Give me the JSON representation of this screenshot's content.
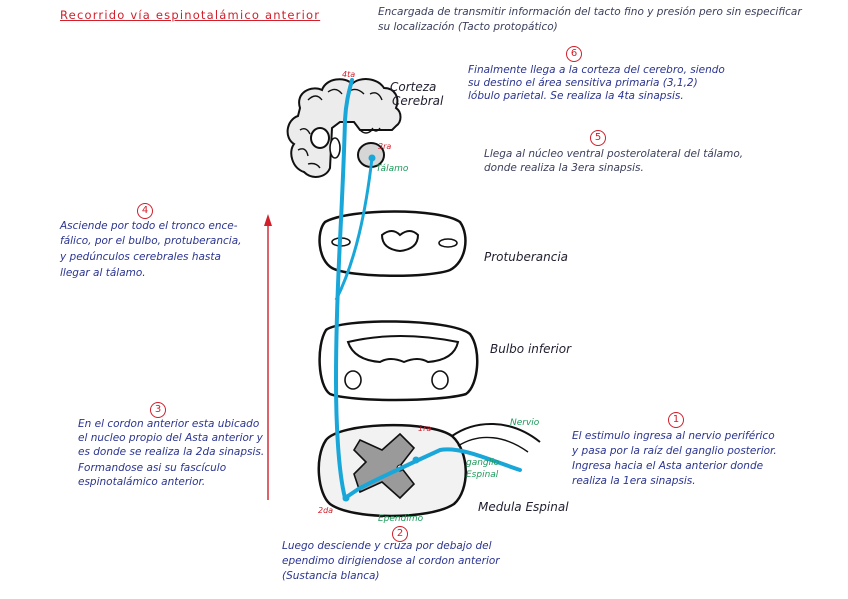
{
  "title": "Recorrido vía espinotalámico anterior",
  "header_note": [
    "Encargada de transmitir información del tacto fino y presión pero sin especificar",
    "su localización (Tacto protopático)"
  ],
  "structures": {
    "corteza": [
      "Corteza",
      "Cerebral"
    ],
    "protuberancia": "Protuberancia",
    "bulbo": "Bulbo inferior",
    "medula": "Medula Espinal"
  },
  "small_labels": {
    "cuarta": "4ta",
    "tercera": "3ra",
    "talamo": "Tálamo",
    "nervio": "Nervio",
    "ganglio": [
      "ganglio",
      "Espinal"
    ],
    "primera": "1ra",
    "segunda": "2da",
    "ependimo": "Ependimo"
  },
  "steps": [
    {
      "num": "1",
      "text": [
        "El estimulo ingresa al nervio periférico",
        "y pasa por la raíz del ganglio posterior.",
        "Ingresa hacia el Asta anterior donde",
        "realiza la 1era sinapsis."
      ]
    },
    {
      "num": "2",
      "text": [
        "Luego desciende y cruza por debajo del",
        "ependimo dirigiendose al cordon anterior",
        "(Sustancia blanca)"
      ]
    },
    {
      "num": "3",
      "text": [
        "En el cordon anterior esta ubicado",
        "el nucleo propio del Asta anterior y",
        "es donde se realiza la 2da sinapsis.",
        "Formandose asi su fascículo",
        "espinotalámico anterior."
      ]
    },
    {
      "num": "4",
      "text": [
        "Asciende por todo el tronco ence-",
        "fálico, por el bulbo, protuberancia,",
        "y pedúnculos cerebrales hasta",
        "llegar al tálamo."
      ]
    },
    {
      "num": "5",
      "text": [
        "Llega al núcleo ventral posterolateral del tálamo,",
        "donde realiza la 3era sinapsis."
      ]
    },
    {
      "num": "6",
      "text": [
        "Finalmente llega a la corteza del cerebro, siendo",
        "su destino el área sensitiva primaria (3,1,2)",
        "lóbulo parietal. Se realiza la 4ta sinapsis."
      ]
    }
  ],
  "colors": {
    "pathway": "#19a6d8",
    "accent": "#d11f2b",
    "ink": "#2b3590",
    "green": "#1e9a5a"
  }
}
